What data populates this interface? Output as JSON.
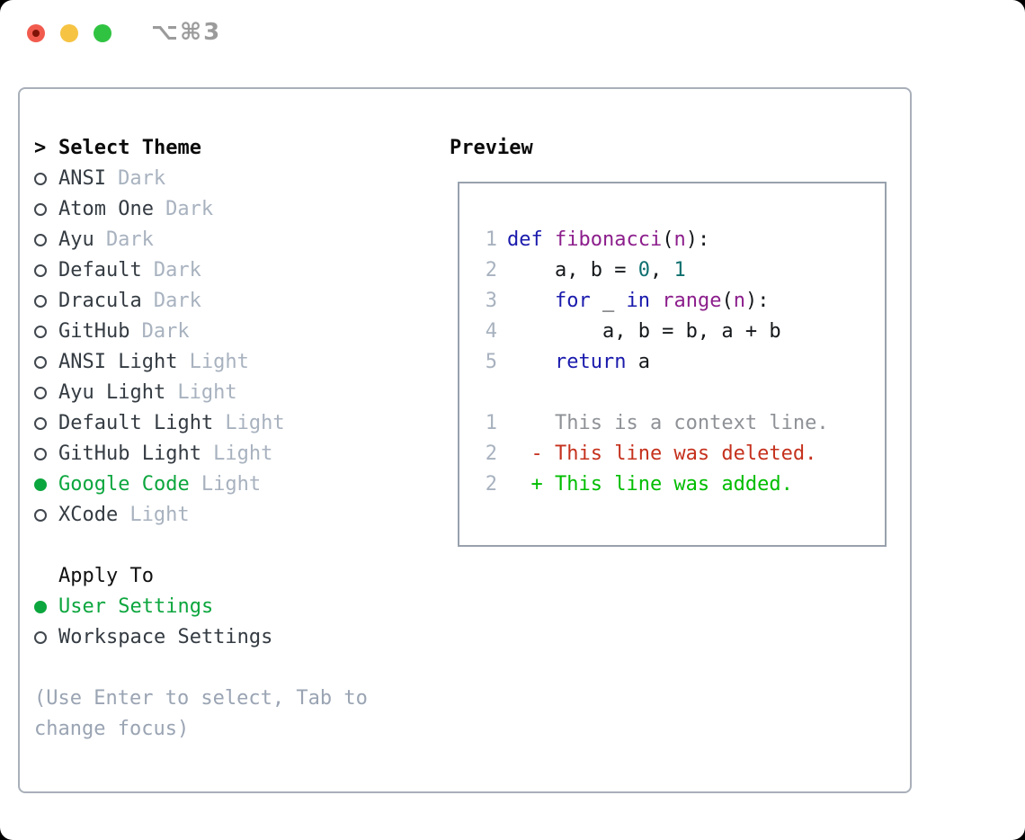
{
  "window": {
    "title": "⌥⌘3"
  },
  "colors": {
    "tl-red": "#f15b4e",
    "tl-red-dot": "#7e1407",
    "tl-yellow": "#f6c343",
    "tl-green": "#30c342",
    "sel-green": "#0ca63e",
    "tok-kw": "#1a1aad",
    "tok-fn": "#8c1e8c",
    "tok-num": "#0e6f6f",
    "tok-pl": "#15181b",
    "tok-ctx": "#8e9196",
    "tok-del": "#c5311d",
    "tok-add": "#00bd00"
  },
  "left_panel": {
    "header": {
      "indicator": ">",
      "label": "Select Theme"
    },
    "themes": [
      {
        "name": "ANSI",
        "variant": "Dark",
        "selected": false
      },
      {
        "name": "Atom One",
        "variant": "Dark",
        "selected": false
      },
      {
        "name": "Ayu",
        "variant": "Dark",
        "selected": false
      },
      {
        "name": "Default",
        "variant": "Dark",
        "selected": false
      },
      {
        "name": "Dracula",
        "variant": "Dark",
        "selected": false
      },
      {
        "name": "GitHub",
        "variant": "Dark",
        "selected": false
      },
      {
        "name": "ANSI Light",
        "variant": "Light",
        "selected": false
      },
      {
        "name": "Ayu Light",
        "variant": "Light",
        "selected": false
      },
      {
        "name": "Default Light",
        "variant": "Light",
        "selected": false
      },
      {
        "name": "GitHub Light",
        "variant": "Light",
        "selected": false
      },
      {
        "name": "Google Code",
        "variant": "Light",
        "selected": true
      },
      {
        "name": "XCode",
        "variant": "Light",
        "selected": false
      }
    ],
    "apply_to": {
      "label": "Apply To",
      "options": [
        {
          "name": "User Settings",
          "selected": true
        },
        {
          "name": "Workspace Settings",
          "selected": false
        }
      ]
    },
    "hint_lines": [
      "(Use Enter to select, Tab to",
      "change focus)"
    ]
  },
  "preview": {
    "label": "Preview",
    "code_lines": [
      {
        "num": "1",
        "tokens": [
          {
            "text": "def ",
            "style": "kw"
          },
          {
            "text": "fibonacci",
            "style": "fn"
          },
          {
            "text": "(",
            "style": "pl"
          },
          {
            "text": "n",
            "style": "fn"
          },
          {
            "text": "):",
            "style": "pl"
          }
        ]
      },
      {
        "num": "2",
        "tokens": [
          {
            "text": "    a, b = ",
            "style": "pl"
          },
          {
            "text": "0",
            "style": "num"
          },
          {
            "text": ", ",
            "style": "pl"
          },
          {
            "text": "1",
            "style": "num"
          }
        ]
      },
      {
        "num": "3",
        "tokens": [
          {
            "text": "    ",
            "style": "pl"
          },
          {
            "text": "for",
            "style": "kw"
          },
          {
            "text": " _ ",
            "style": "pl"
          },
          {
            "text": "in",
            "style": "kw"
          },
          {
            "text": " ",
            "style": "pl"
          },
          {
            "text": "range",
            "style": "fn"
          },
          {
            "text": "(",
            "style": "pl"
          },
          {
            "text": "n",
            "style": "fn"
          },
          {
            "text": "):",
            "style": "pl"
          }
        ]
      },
      {
        "num": "4",
        "tokens": [
          {
            "text": "        a, b = b, a + b",
            "style": "pl"
          }
        ]
      },
      {
        "num": "5",
        "tokens": [
          {
            "text": "    ",
            "style": "pl"
          },
          {
            "text": "return",
            "style": "kw"
          },
          {
            "text": " a",
            "style": "pl"
          }
        ]
      },
      {
        "num": "",
        "tokens": []
      },
      {
        "num": "1",
        "tokens": [
          {
            "text": "    This is a context line.",
            "style": "ctx"
          }
        ]
      },
      {
        "num": "2",
        "tokens": [
          {
            "text": "  - This line was deleted.",
            "style": "del"
          }
        ]
      },
      {
        "num": "2",
        "tokens": [
          {
            "text": "  + This line was added.",
            "style": "add"
          }
        ]
      }
    ]
  }
}
